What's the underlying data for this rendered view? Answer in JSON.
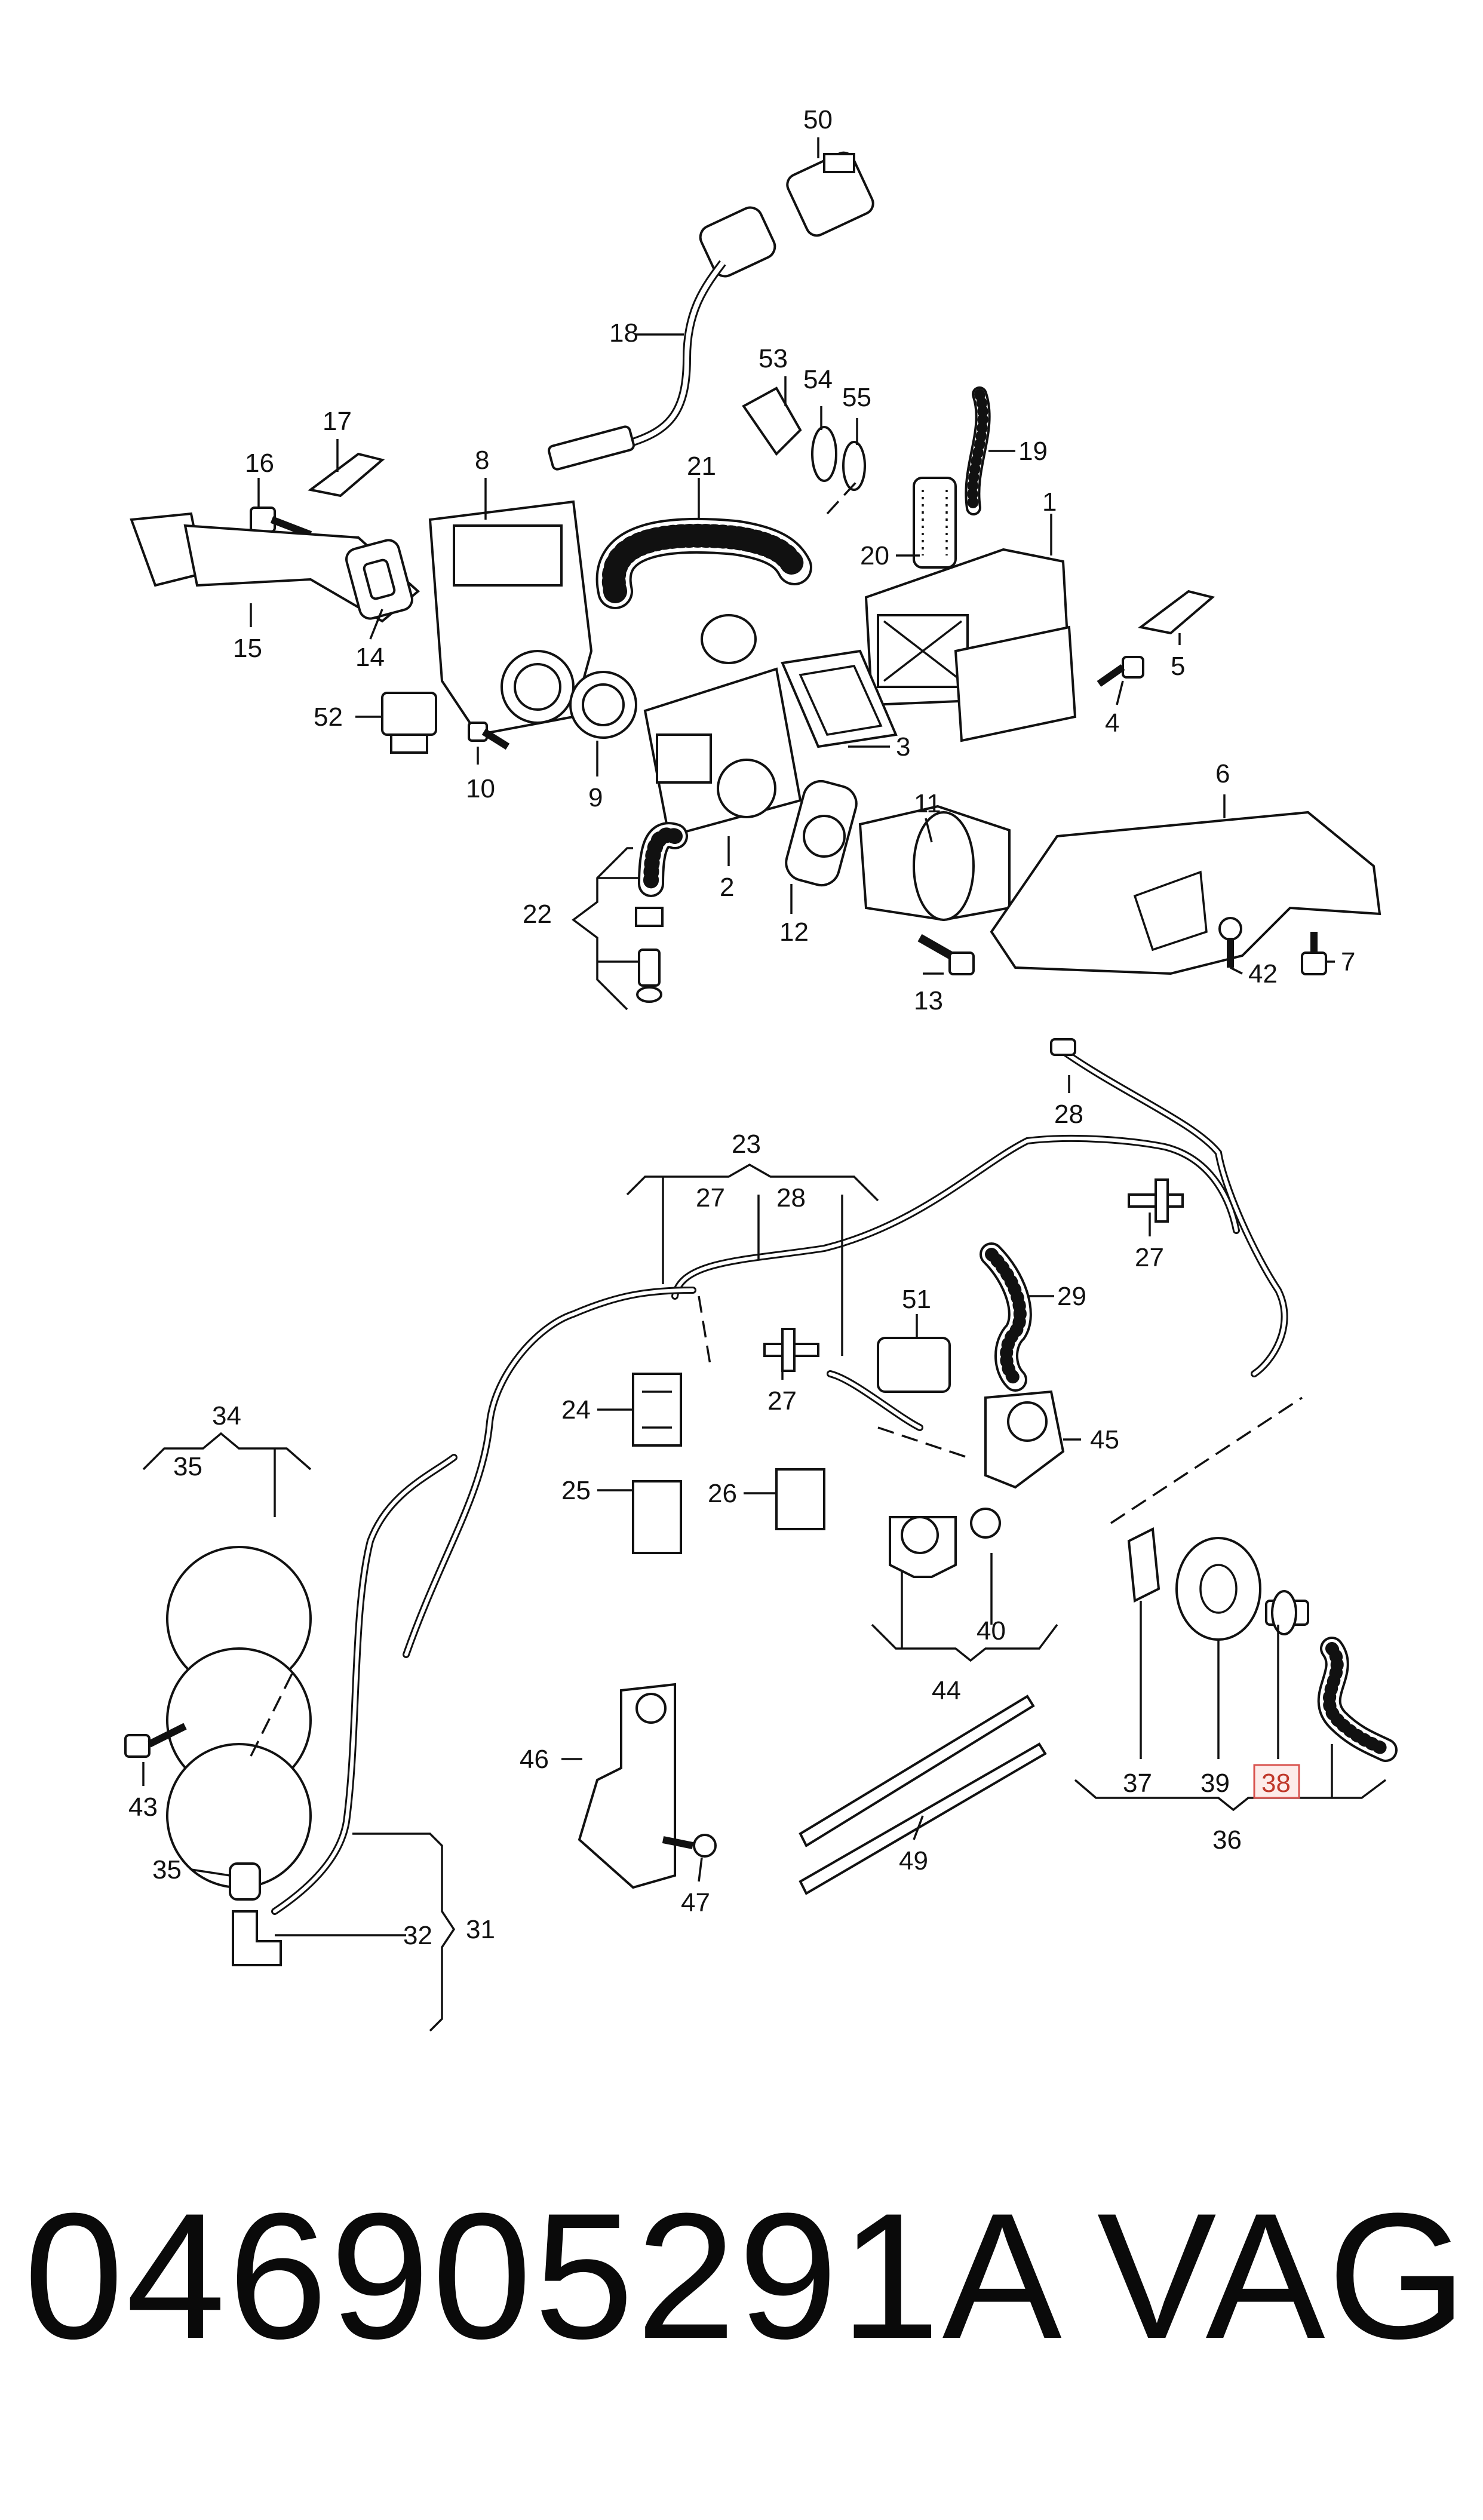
{
  "callouts": [
    "50",
    "18",
    "53",
    "54",
    "55",
    "19",
    "17",
    "16",
    "8",
    "21",
    "20",
    "1",
    "15",
    "14",
    "52",
    "10",
    "9",
    "3",
    "4",
    "5",
    "6",
    "11",
    "22",
    "2",
    "12",
    "13",
    "42",
    "7",
    "23",
    "27",
    "28",
    "28",
    "27",
    "51",
    "29",
    "24",
    "27",
    "45",
    "34",
    "35",
    "25",
    "26",
    "31",
    "32",
    "43",
    "35",
    "46",
    "47",
    "49",
    "44",
    "40",
    "37",
    "39",
    "38",
    "36"
  ],
  "highlighted_callout": "38",
  "caption": {
    "part_number": "04690529 1A",
    "brand": "VAG"
  },
  "caption_display": {
    "part_number": "046905291A",
    "brand": "VAG"
  }
}
